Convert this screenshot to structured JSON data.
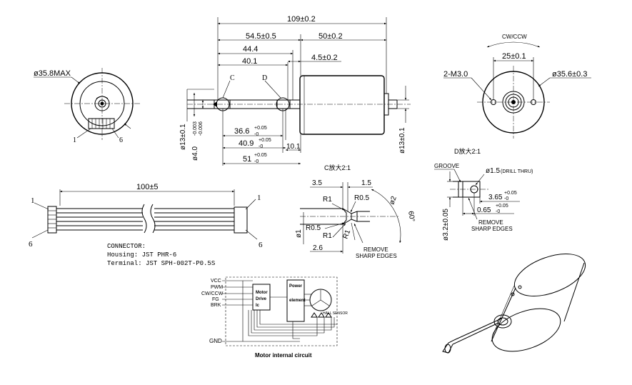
{
  "front_view": {
    "dia_max": "ø35.8MAX",
    "pin_1": "1",
    "pin_6": "6"
  },
  "side_view": {
    "total_length": "109±0.2",
    "dim_54_5": "54.5±0.5",
    "dim_50": "50±0.2",
    "dim_44_4": "44.4",
    "dim_40_1": "40.1",
    "dim_4_5": "4.5±0.2",
    "label_c": "C",
    "label_d": "D",
    "dia_13_left": "ø13±0.1",
    "dia_4_base": "ø4.0",
    "dia_4_tol_upper": "-0.003",
    "dia_4_tol_lower": "-0.006",
    "dim_36_6": "36.6",
    "dim_40_9": "40.9",
    "dim_51": "51",
    "tol_plus": "+0.05",
    "tol_zero": "-0",
    "dim_10_1": "10.1",
    "dia_13_right": "ø13±0.1"
  },
  "end_view": {
    "rotation": "CW/CCW",
    "dim_25": "25±0.1",
    "threads": "2-M3.0",
    "dia_35_6": "ø35.6±0.3"
  },
  "cable": {
    "length": "100±5",
    "pin_1_left": "1",
    "pin_6_left": "6",
    "pin_1_right": "1",
    "pin_6_right": "6",
    "connector_label": "CONNECTOR:",
    "housing": "Housing: JST PHR-6",
    "terminal": "Terminal: JST SPH-002T-P0.5S"
  },
  "detail_c": {
    "title": "C放大2:1",
    "dim_3_5": "3.5",
    "dim_1_5": "1.5",
    "r1_top": "R1",
    "r0_5_top": "R0.5",
    "dia_2": "ø2",
    "angle": "60°",
    "dia_1": "ø1",
    "r0_5_left": "R0.5",
    "r1_left": "R1",
    "r1_diag": "R1",
    "dim_2_6": "2.6",
    "remove_1": "REMOVE",
    "remove_2": "SHARP EDGES"
  },
  "detail_d": {
    "title": "D放大2:1",
    "groove": "GROOVE",
    "drill": "ø1.5",
    "drill_note": "(DRILL THRU)",
    "dim_3_65": "3.65",
    "dim_0_65": "0.65",
    "tol_plus": "+0.05",
    "tol_zero": "-0",
    "dia_3_2": "ø3.2±0.05",
    "remove_1": "REMOVE",
    "remove_2": "SHARP EDGES"
  },
  "circuit": {
    "vcc": "VCC",
    "pwm": "PWM",
    "cwccw": "CW/CCW",
    "fg": "FG",
    "brk": "BRK",
    "gnd": "GND",
    "driver_1": "Motor",
    "driver_2": "Drive",
    "driver_3": "Ic",
    "power_1": "Power",
    "power_2": "element",
    "hall": "HALL SENSOR",
    "caption": "Motor internal circuit"
  }
}
